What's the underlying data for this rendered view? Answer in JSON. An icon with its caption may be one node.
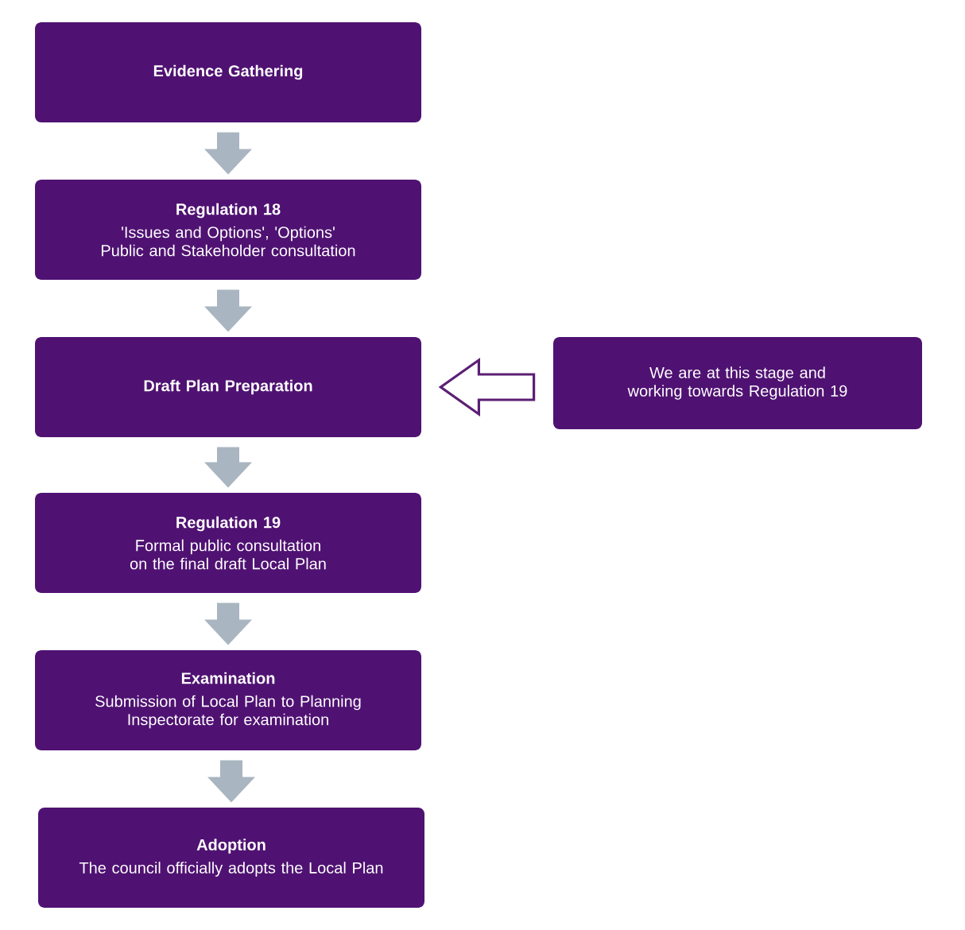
{
  "diagram": {
    "nodes": [
      {
        "text": [
          "Evidence Gathering"
        ]
      },
      {
        "text": [
          "Regulation 18",
          "'Issues and Options', 'Options' Public and Stakeholder consultation"
        ]
      },
      {
        "text": [
          "Draft Plan Preparation"
        ]
      },
      {
        "text": [
          "Regulation 19",
          "Formal public consultation on the final draft Local Plan"
        ]
      },
      {
        "text": [
          "Examination",
          "Submission of Local Plan to Planning Inspectorate for examination"
        ]
      },
      {
        "text": [
          "Adoption",
          "The council officially adopts the Local Plan"
        ]
      },
      {
        "text": [
          "We are at this stage and working towards Regulation 19"
        ]
      }
    ],
    "edges": [
      {
        "from": 0,
        "to": 1,
        "arrow": "to"
      },
      {
        "from": 1,
        "to": 2,
        "arrow": "to"
      },
      {
        "from": 2,
        "to": 3,
        "arrow": "to"
      },
      {
        "from": 3,
        "to": 4,
        "arrow": "to"
      },
      {
        "from": 4,
        "to": 5,
        "arrow": "to"
      },
      {
        "from": 6,
        "to": 2,
        "arrow": "to",
        "color": "#5c1f74"
      }
    ]
  }
}
